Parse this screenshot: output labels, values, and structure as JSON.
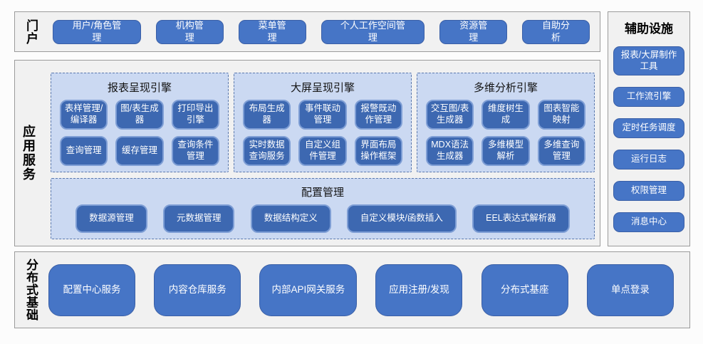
{
  "portal": {
    "label": "门户",
    "buttons": [
      "用户/角色管理",
      "机构管理",
      "菜单管理",
      "个人工作空间管理",
      "资源管理",
      "自助分析"
    ]
  },
  "app_services": {
    "label": "应用服务",
    "engines": [
      {
        "title": "报表呈现引擎",
        "buttons": [
          "表样管理/编译器",
          "图/表生成器",
          "打印导出引擎",
          "查询管理",
          "缓存管理",
          "查询条件管理"
        ]
      },
      {
        "title": "大屏呈现引擎",
        "buttons": [
          "布局生成器",
          "事件联动管理",
          "报警既动作管理",
          "实时数据查询服务",
          "自定义组件管理",
          "界面布局操作框架"
        ]
      },
      {
        "title": "多维分析引擎",
        "buttons": [
          "交互图/表生成器",
          "维度树生成",
          "图表智能映射",
          "MDX语法生成器",
          "多维模型解析",
          "多维查询管理"
        ]
      }
    ],
    "config": {
      "title": "配置管理",
      "buttons": [
        "数据源管理",
        "元数据管理",
        "数据结构定义",
        "自定义模块/函数插入",
        "EEL表达式解析器"
      ]
    }
  },
  "distributed": {
    "label": "分布式基础",
    "buttons": [
      "配置中心服务",
      "内容仓库服务",
      "内部API网关服务",
      "应用注册/发现",
      "分布式基座",
      "单点登录"
    ]
  },
  "auxiliary": {
    "title": "辅助设施",
    "buttons": [
      "报表/大屏制作工具",
      "工作流引擎",
      "定时任务调度",
      "运行日志",
      "权限管理",
      "消息中心"
    ]
  },
  "colors": {
    "button_blue": "#4675c6",
    "button_border": "#3a5fa6",
    "engine_fill": "#cbd9f2",
    "engine_border": "#5b79ae",
    "inner_button": "#3d68b1",
    "inner_button_border": "#7e9ed5",
    "section_fill": "#f1f1f1",
    "section_border": "#9b9b9b"
  }
}
